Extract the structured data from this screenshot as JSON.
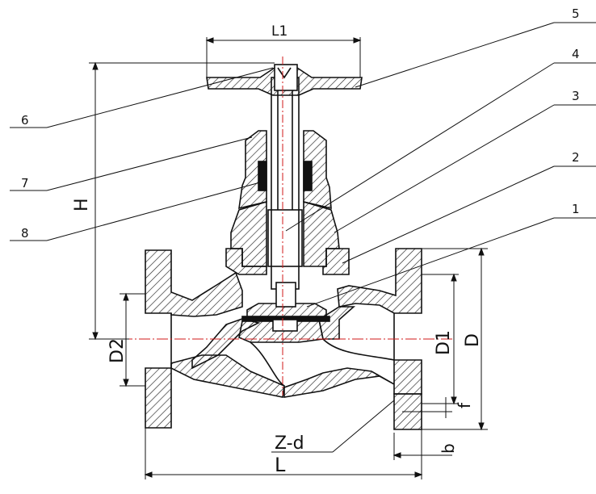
{
  "colors": {
    "line": "#111111",
    "hatch": "#222222",
    "centerline": "#d11a1a",
    "background": "#ffffff"
  },
  "part_labels": [
    "1",
    "2",
    "3",
    "4",
    "5",
    "6",
    "7",
    "8"
  ],
  "dimensions": {
    "L1": "L1",
    "H": "H",
    "D2": "D2",
    "D1": "D1",
    "D": "D",
    "L": "L",
    "Z_d": "Z-d",
    "b": "b",
    "f": "f"
  }
}
